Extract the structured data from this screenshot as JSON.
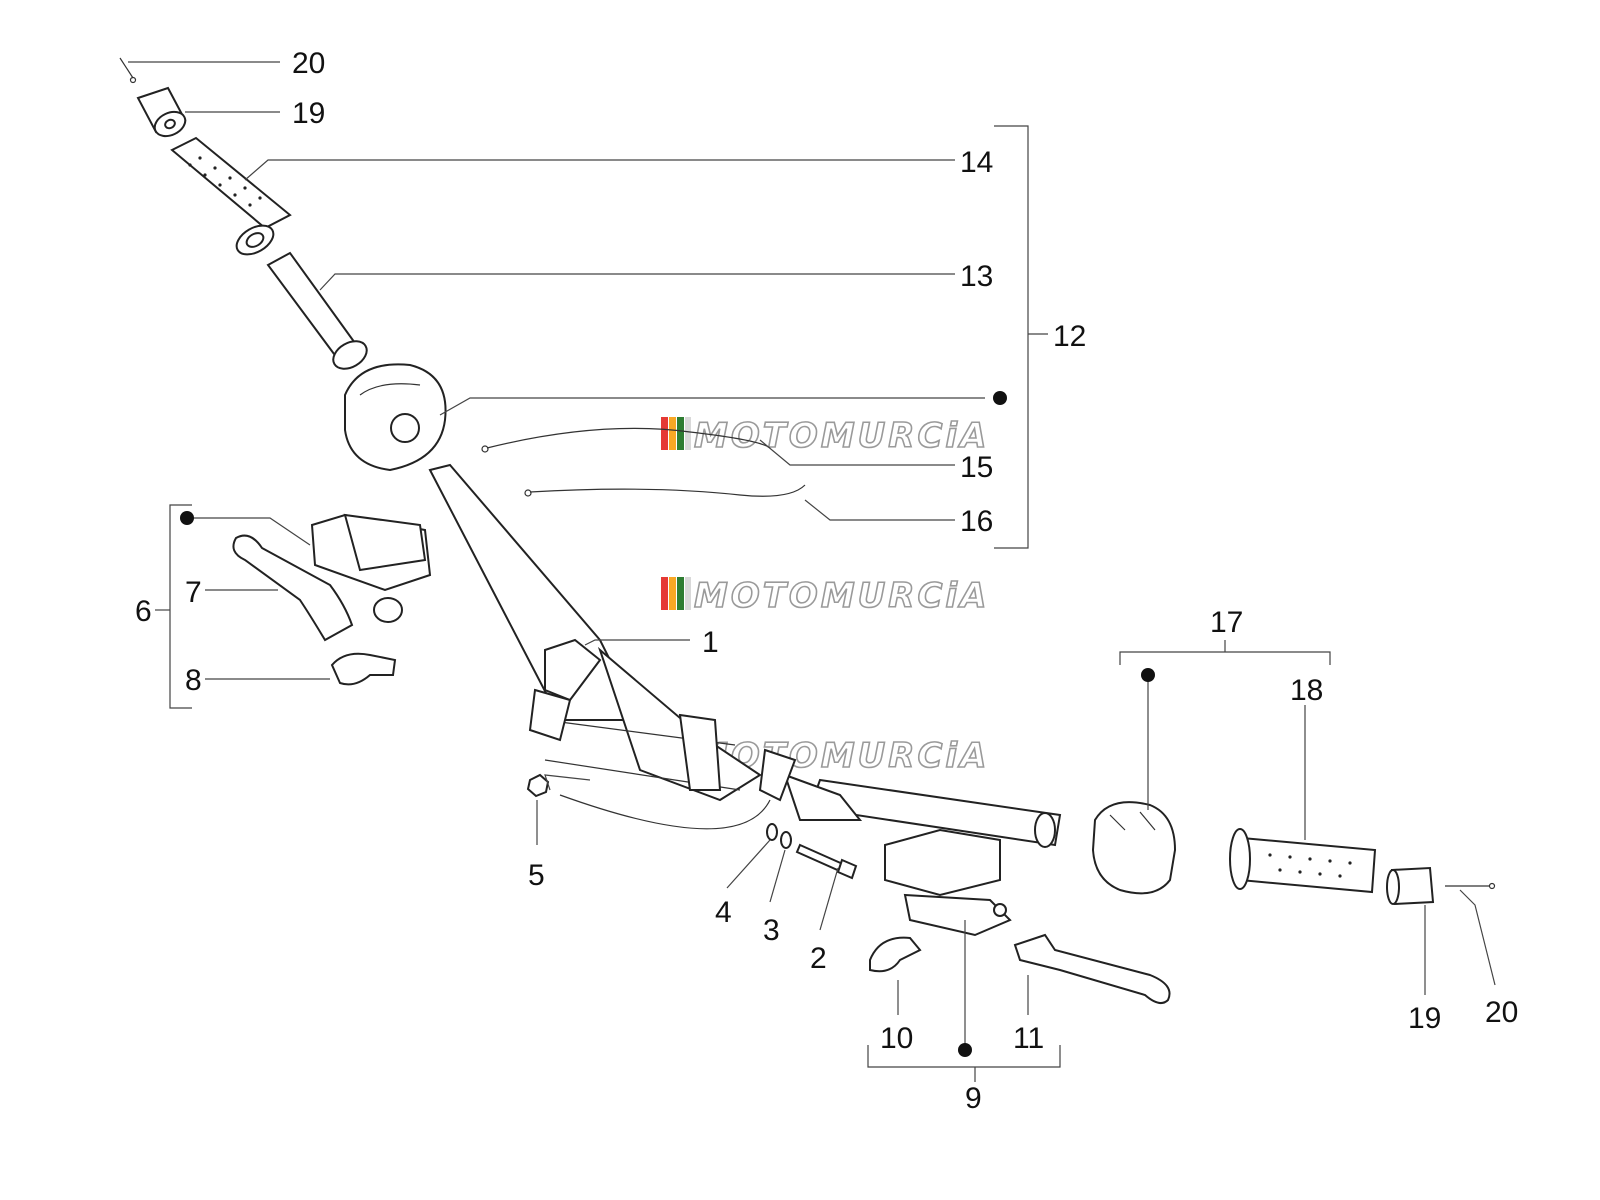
{
  "watermark": {
    "text": "MOTOMURCiA",
    "stripe_colors": [
      "#e53935",
      "#f9a825",
      "#2e7d32",
      "#d9d9d9"
    ]
  },
  "callouts": {
    "n1": "1",
    "n2": "2",
    "n3": "3",
    "n4": "4",
    "n5": "5",
    "n6": "6",
    "n7": "7",
    "n8": "8",
    "n9": "9",
    "n10": "10",
    "n11": "11",
    "n12": "12",
    "n13": "13",
    "n14": "14",
    "n15": "15",
    "n16": "16",
    "n17": "17",
    "n18": "18",
    "n19_top": "19",
    "n19_right": "19",
    "n20_top": "20",
    "n20_right": "20"
  }
}
